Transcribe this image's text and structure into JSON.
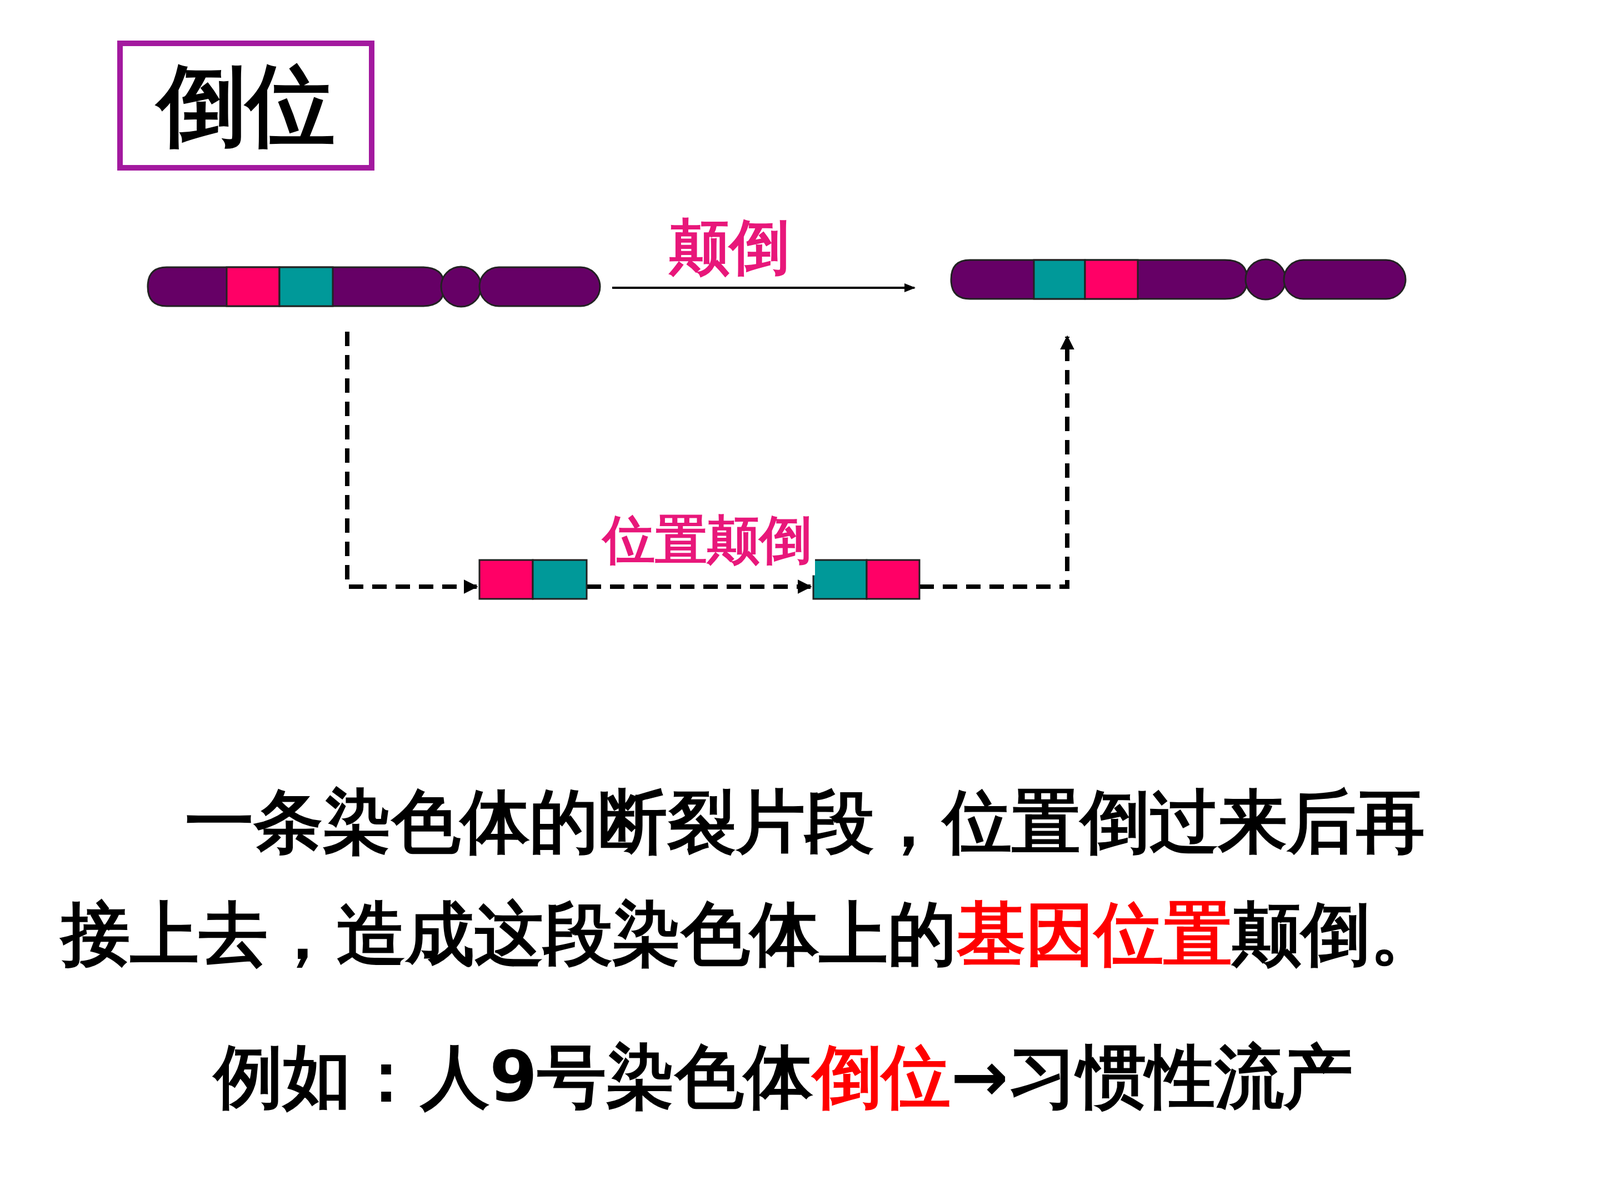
{
  "diagram": {
    "title": "倒位",
    "labels": [
      "颠倒",
      "位置颠倒",
      "一条染色体的断裂片段，位置倒过来后再接上去，造成这段染色体上的",
      "基因位置",
      "颠倒。",
      "例如：人9号染色体",
      "倒位",
      "→习惯性流产"
    ]
  }
}
